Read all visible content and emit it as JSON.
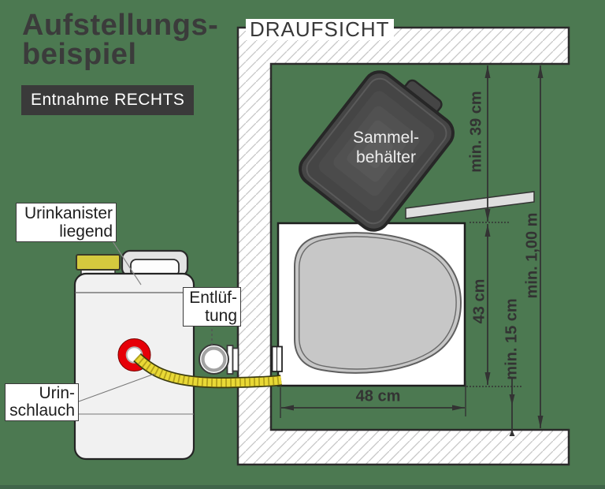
{
  "title": {
    "line1": "Aufstellungs-",
    "line2": "beispiel"
  },
  "badge": {
    "label": "Entnahme RECHTS"
  },
  "view": {
    "label": "DRAUFSICHT"
  },
  "container": {
    "line1": "Sammel-",
    "line2": "behälter"
  },
  "dimensions": {
    "container_depth": "min. 39 cm",
    "room_depth": "min. 1,00 m",
    "toilet_depth": "43 cm",
    "wall_gap": "min. 15 cm",
    "toilet_width": "48 cm"
  },
  "callouts": {
    "canister": {
      "line1": "Urinkanister",
      "line2": "liegend"
    },
    "vent": {
      "line1": "Entlüf-",
      "line2": "tung"
    },
    "hose": {
      "line1": "Urin-",
      "line2": "schlauch"
    }
  },
  "colors": {
    "background_green": "#4c7951",
    "ink": "#333333",
    "badge_bg": "#3a3a3a",
    "accent_red": "#e60008",
    "hose_yellow": "#e9d936",
    "cap_yellow": "#d5c93e",
    "container_dark": "#454545",
    "seat_gray": "#c7c7c7"
  }
}
